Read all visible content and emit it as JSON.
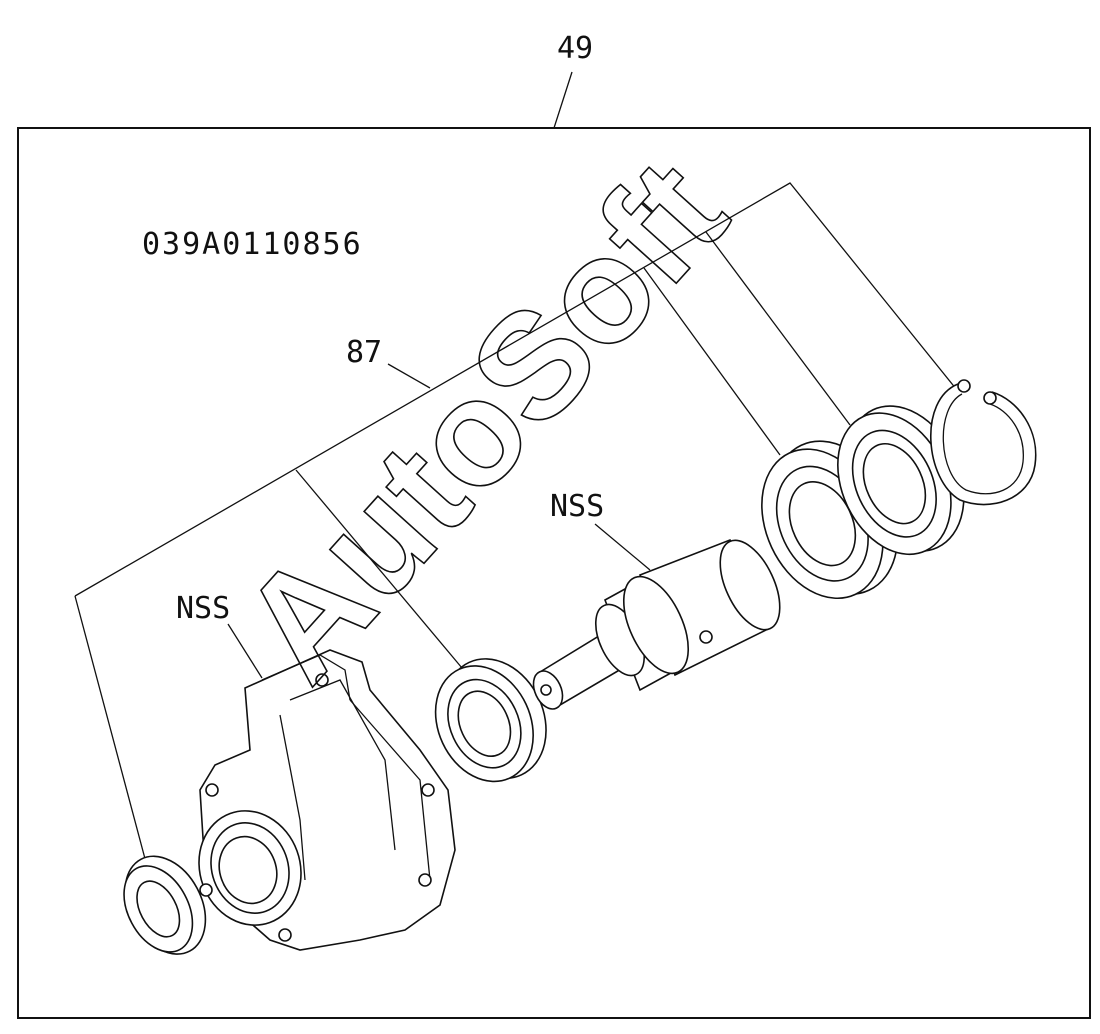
{
  "diagram": {
    "callout_top": "49",
    "part_code": "039A0110856",
    "callout_assembly": "87",
    "label_nss_housing": "NSS",
    "label_nss_shaft": "NSS",
    "watermark": "AutoSoft",
    "colors": {
      "line": "#111111",
      "background": "#ffffff"
    }
  }
}
